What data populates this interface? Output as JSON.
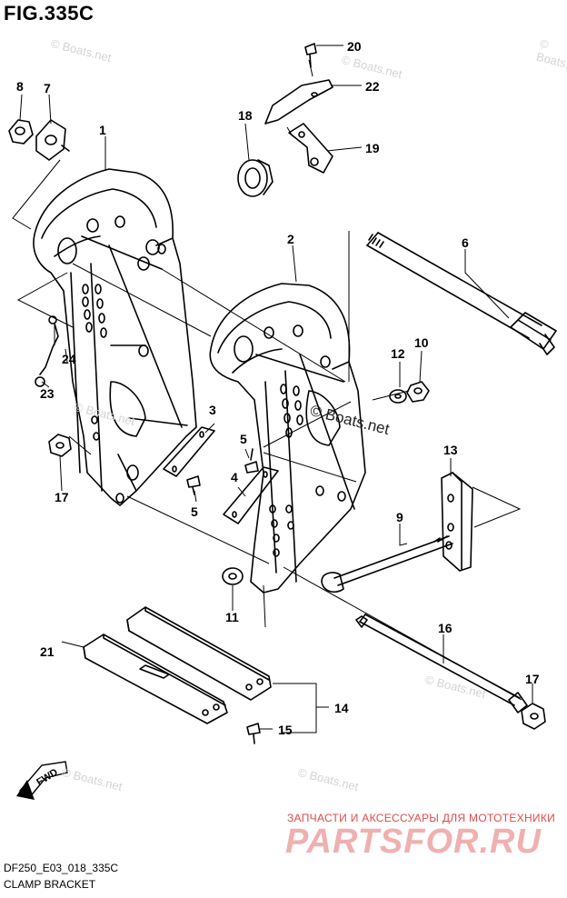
{
  "figure": {
    "title": "FIG.335C",
    "model_code": "DF250_E03_018_335C",
    "name": "CLAMP BRACKET"
  },
  "watermarks": {
    "main": "© Boats.net",
    "faint": "© Boats.net"
  },
  "seller": {
    "tagline": "ЗАПЧАСТИ И АКСЕССУАРЫ ДЛЯ МОТОТЕХНИКИ",
    "logo": "PARTSFOR.RU"
  },
  "fwd_arrow": {
    "label": "FWD"
  },
  "callouts": [
    {
      "id": "1"
    },
    {
      "id": "2"
    },
    {
      "id": "3"
    },
    {
      "id": "4"
    },
    {
      "id": "5"
    },
    {
      "id": "5"
    },
    {
      "id": "6"
    },
    {
      "id": "7"
    },
    {
      "id": "8"
    },
    {
      "id": "9"
    },
    {
      "id": "10"
    },
    {
      "id": "11"
    },
    {
      "id": "12"
    },
    {
      "id": "13"
    },
    {
      "id": "14"
    },
    {
      "id": "15"
    },
    {
      "id": "16"
    },
    {
      "id": "17"
    },
    {
      "id": "17"
    },
    {
      "id": "18"
    },
    {
      "id": "19"
    },
    {
      "id": "20"
    },
    {
      "id": "21"
    },
    {
      "id": "22"
    },
    {
      "id": "23"
    },
    {
      "id": "24"
    }
  ]
}
